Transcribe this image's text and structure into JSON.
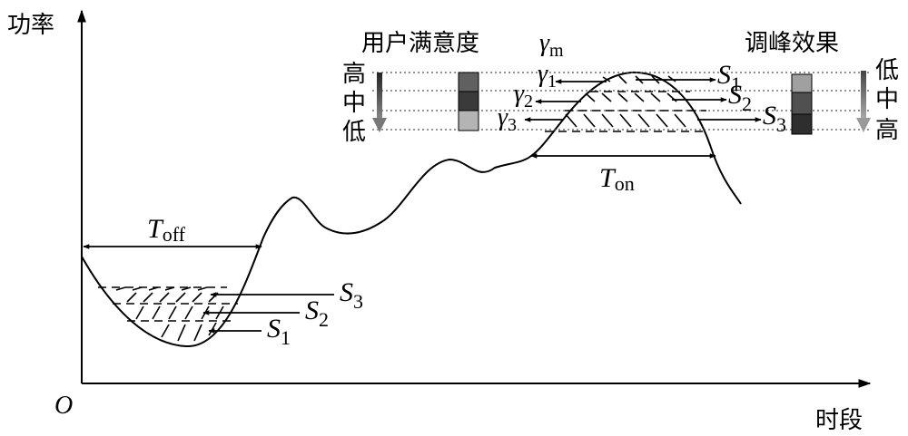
{
  "axes": {
    "y_label": "功率",
    "x_label": "时段",
    "origin": "O"
  },
  "valley": {
    "duration_symbol": "T",
    "duration_sub": "off",
    "levels": [
      {
        "main": "S",
        "sub": "3"
      },
      {
        "main": "S",
        "sub": "2"
      },
      {
        "main": "S",
        "sub": "1"
      }
    ]
  },
  "peak": {
    "duration_symbol": "T",
    "duration_sub": "on",
    "levels": [
      {
        "main": "S",
        "sub": "1"
      },
      {
        "main": "S",
        "sub": "2"
      },
      {
        "main": "S",
        "sub": "3"
      }
    ],
    "gammas": [
      {
        "main": "γ",
        "sub": "1"
      },
      {
        "main": "γ",
        "sub": "2"
      },
      {
        "main": "γ",
        "sub": "3"
      }
    ]
  },
  "satisfaction": {
    "title": "用户满意度",
    "symbol_main": "γ",
    "symbol_sub": "m",
    "scale": [
      "高",
      "中",
      "低"
    ],
    "colors": [
      "#606060",
      "#3a3a3a",
      "#b4b4b4"
    ]
  },
  "peak_effect": {
    "title": "调峰效果",
    "scale": [
      "低",
      "中",
      "高"
    ],
    "colors": [
      "#a0a0a0",
      "#505050",
      "#2e2e2e"
    ]
  }
}
